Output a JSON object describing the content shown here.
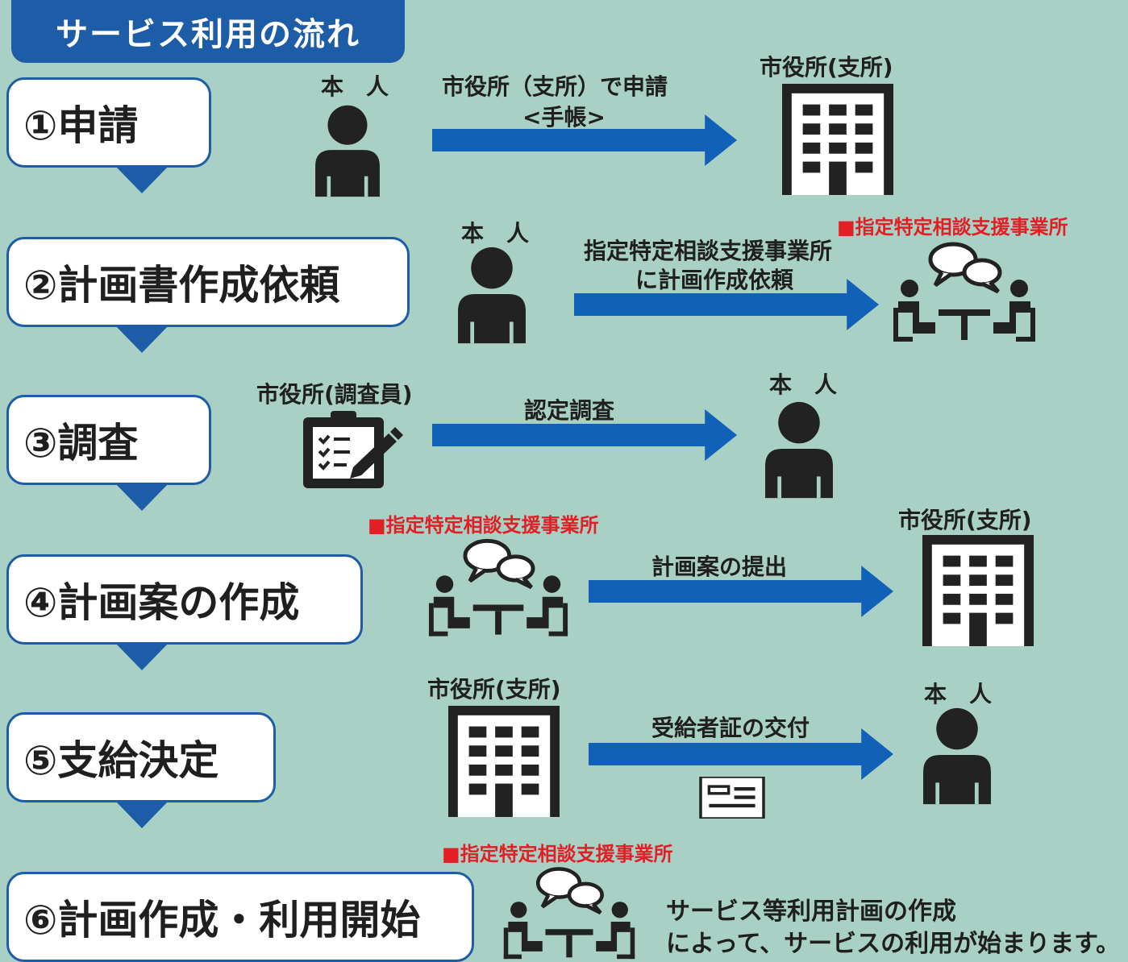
{
  "header": {
    "title": "サービス利用の流れ"
  },
  "steps": [
    {
      "label": "①申請",
      "from": "本　人",
      "action": [
        "市役所（支所）で申請",
        "<手帳>"
      ],
      "to": "市役所(支所)"
    },
    {
      "label": "②計画書作成依頼",
      "from": "本　人",
      "action": [
        "指定特定相談支援事業所",
        "に計画作成依頼"
      ],
      "to": "■指定特定相談支援事業所"
    },
    {
      "label": "③調査",
      "from": "市役所(調査員)",
      "action": [
        "認定調査"
      ],
      "to": "本　人"
    },
    {
      "label": "④計画案の作成",
      "from": "■指定特定相談支援事業所",
      "action": [
        "計画案の提出"
      ],
      "to": "市役所(支所)"
    },
    {
      "label": "⑤支給決定",
      "from": "市役所(支所)",
      "action": [
        "受給者証の交付"
      ],
      "to": "本　人"
    },
    {
      "label": "⑥計画作成・利用開始",
      "from": "■指定特定相談支援事業所",
      "action": [
        "サービス等利用計画の作成",
        "によって、サービスの利用が始まります。"
      ]
    }
  ],
  "icons": {
    "person": "person-icon",
    "building": "building-icon",
    "meeting": "meeting-icon",
    "clipboard": "clipboard-icon",
    "card": "id-card-icon"
  },
  "colors": {
    "background": "#a9d0c5",
    "accent": "#1d5ca6",
    "arrow": "#1261b9",
    "icon": "#222222",
    "red_marker": "#e11f25"
  }
}
